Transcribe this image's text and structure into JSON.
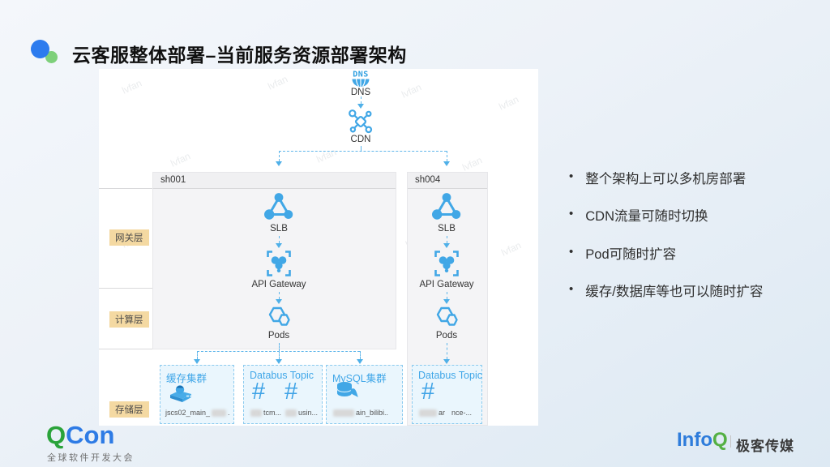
{
  "title": "云客服整体部署–当前服务资源部署架构",
  "watermark": "lvfan",
  "diagram": {
    "dns_label": "DNS",
    "cdn_label": "CDN",
    "layers": [
      {
        "label": "网关层"
      },
      {
        "label": "计算层"
      },
      {
        "label": "存储层"
      }
    ],
    "regions": [
      {
        "name": "sh001",
        "slb_label": "SLB",
        "gateway_label": "API Gateway",
        "pods_label": "Pods",
        "storage": [
          {
            "title": "缓存集群",
            "name_pre": "jscs02_main_",
            "name_post": "."
          },
          {
            "title": "Databus Topic",
            "name1": "tcm...",
            "name2": "usin..."
          },
          {
            "title": "MySQL集群",
            "name1": "ain_bilibi.."
          }
        ]
      },
      {
        "name": "sh004",
        "slb_label": "SLB",
        "gateway_label": "API Gateway",
        "pods_label": "Pods",
        "storage": [
          {
            "title": "Databus Topic",
            "name1": "ar",
            "name2": "nce-..."
          }
        ]
      }
    ]
  },
  "bullets": [
    {
      "text": "整个架构上可以多机房部署"
    },
    {
      "text": "CDN流量可随时切换"
    },
    {
      "text": "Pod可随时扩容"
    },
    {
      "text": "缓存/数据库等也可以随时扩容"
    }
  ],
  "footer": {
    "qcon_q": "Q",
    "qcon_con": "Con",
    "qcon_subtitle": "全球软件开发大会",
    "infoq_info": "Info",
    "infoq_q": "Q",
    "infoq_media": "极客传媒"
  }
}
